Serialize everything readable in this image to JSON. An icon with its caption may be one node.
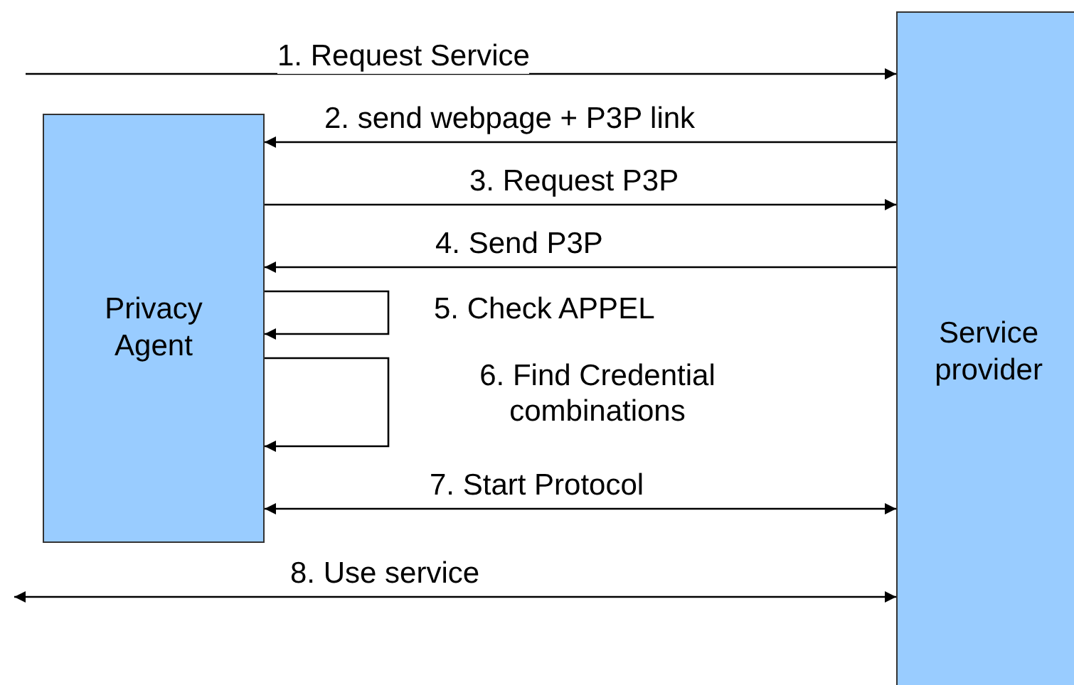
{
  "diagram": {
    "nodes": [
      {
        "text": [
          "Privacy Agent"
        ]
      },
      {
        "text": [
          "Service provider"
        ]
      }
    ],
    "edges": [
      {
        "from": null,
        "to": 1,
        "arrow": "to",
        "label": "1. Request Service"
      },
      {
        "from": 1,
        "to": 0,
        "arrow": "to",
        "label": "2. send webpage + P3P link"
      },
      {
        "from": 0,
        "to": 1,
        "arrow": "to",
        "label": "3. Request P3P"
      },
      {
        "from": 1,
        "to": 0,
        "arrow": "to",
        "label": "4. Send P3P"
      },
      {
        "from": 0,
        "to": 0,
        "arrow": "to",
        "label": "5. Check APPEL"
      },
      {
        "from": 0,
        "to": 0,
        "arrow": "to",
        "label": "6. Find Credential combinations"
      },
      {
        "from": 0,
        "to": 1,
        "arrow": "both",
        "label": "7. Start Protocol"
      },
      {
        "from": null,
        "to": 1,
        "arrow": "both",
        "label": "8. Use service"
      }
    ]
  }
}
